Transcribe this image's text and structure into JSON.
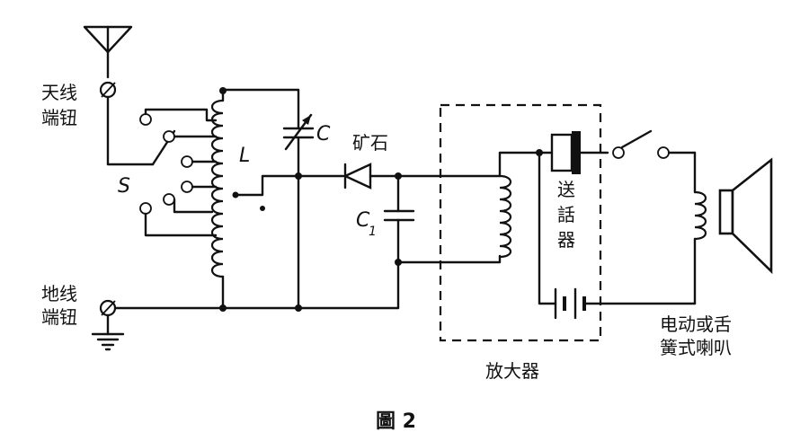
{
  "labels": {
    "antenna_terminal": [
      "天线",
      "端钮"
    ],
    "ground_terminal": [
      "地线",
      "端钮"
    ],
    "switch": "S",
    "inductor": "L",
    "capacitor": "C",
    "crystal": "矿石",
    "capacitor1_main": "C",
    "capacitor1_sub": "1",
    "transmitter": [
      "送",
      "話",
      "器"
    ],
    "speaker": [
      "电动或舌",
      "簧式喇叭"
    ],
    "amplifier": "放大器",
    "caption": "圖 2"
  }
}
